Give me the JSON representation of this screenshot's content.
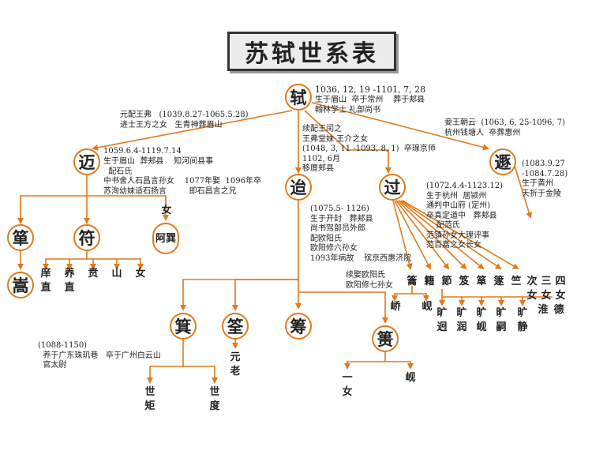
{
  "title": "苏轼世系表",
  "nodes": {
    "shi": "轼",
    "mai": "迈",
    "dai": "迨",
    "guo": "过",
    "dun": "遯",
    "ge": "箪",
    "fu": "符",
    "asan": "阿巽",
    "song": "嵩",
    "ji": "箕",
    "quan": "筌",
    "chou": "筹",
    "jing": "篑"
  },
  "notes": {
    "shi_dates": "1036, 12, 19 -1101, 7, 28",
    "shi_info": "生于眉山  卒于常州    葬于郏县\n翰林学士 礼部尚书",
    "shi_wife1": "元配王弗   (1039.8.27-1065.5.28)\n进士王方之女   生青神葬眉山",
    "shi_wife2": "续配王闰之\n王弗堂妹 王介之女",
    "shi_wife3": "妾王朝云  (1063, 6, 25-1096, 7)\n杭州钱塘人  卒葬惠州",
    "mai_dates": "1059.6.4-1119.7.14",
    "mai_info": "生于眉山  葬郏县    知河间县事\n  配石氏\n中书舍人石昌言孙女    1077年娶  1096年卒\n苏洵幼妹适石扬言         即石昌言之兄",
    "dai_dates": "(1048, 3, 11 -1093, 8, 1)  卒瑔京师\n1102, 6月\n移厝郏县",
    "dun_dates": "(1083.9.27\n-1084.7.28)\n生于黄州\n夭折于金陵",
    "guo_dates": "(1072.4.4-1123.12)\n生于杭州  居颍州\n通判中山府 (定州)\n卒真定道中   葬郏县\n    配范氏\n范镇孙女大理评事\n范百嘉之女长女",
    "dai_info": "(1075.5- 1126)\n生于开封   葬郏县\n尚书驾部员外郎\n配欧阳氏\n欧阳修六孙女\n1093年病故    殡京西惠济院",
    "dai_info2": "续娶欧阳氏\n欧阳修七孙女",
    "ji_info": "(1088-1150)\n  养于广东珠玑巷   卒于广州白云山\n  官太尉",
    "asan_side": "女"
  },
  "leaves": {
    "mai_sons": [
      "庠",
      "养",
      "贲",
      "山",
      "女"
    ],
    "mai_sons2": [
      "直",
      "直"
    ],
    "guo_sons": [
      "籥",
      "籍",
      "節",
      "笈",
      "箪",
      "篴",
      "竺",
      "次",
      "三",
      "四"
    ],
    "guo_sons2": [
      "女",
      "女",
      "女"
    ],
    "guo_grand_a": [
      "峤",
      "岘"
    ],
    "guo_grand_b": [
      "旷",
      "旷",
      "旷",
      "旷",
      "旷"
    ],
    "guo_grand_c": [
      "迥",
      "润",
      "岘",
      "嗣",
      "静"
    ],
    "extra": [
      "淮",
      "德"
    ],
    "ji_sons": [
      "世",
      "世"
    ],
    "ji_sons2": [
      "矩",
      "度"
    ],
    "quan_sons": [
      "元",
      "老"
    ],
    "jing_sons": [
      "一",
      "女",
      "岘"
    ]
  },
  "colors": {
    "line": "#e07a1c",
    "node_border": "#e07a1c",
    "title_bg": "#ececec"
  }
}
